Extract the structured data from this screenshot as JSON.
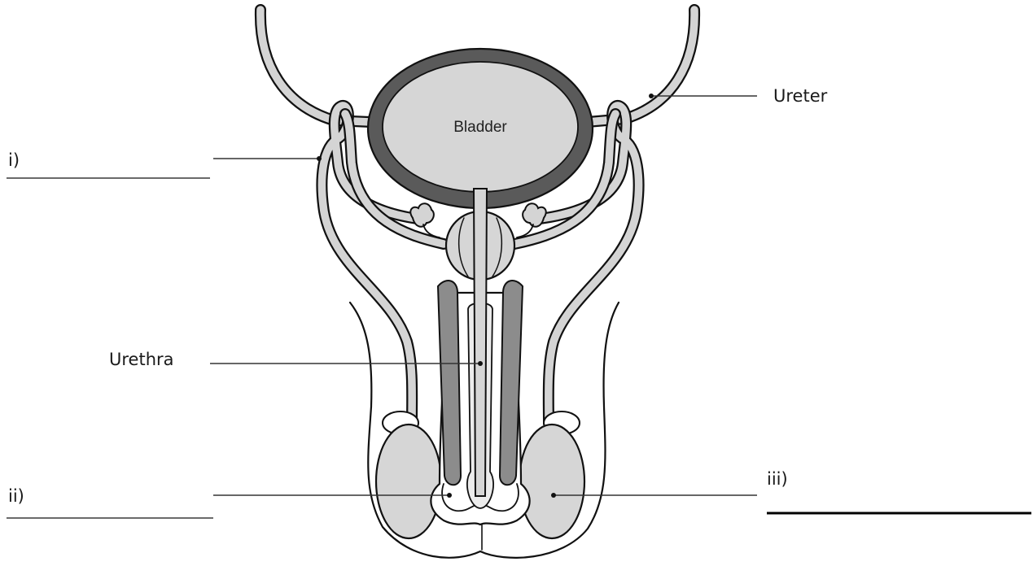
{
  "labels": {
    "bladder": "Bladder",
    "ureter": "Ureter",
    "urethra": "Urethra",
    "i": "i)",
    "ii": "ii)",
    "iii": "iii)"
  },
  "colors": {
    "bladder_wall": "#5a5a5a",
    "bladder_fill": "#d6d6d6",
    "tube_fill": "#d4d4d4",
    "erectile_tissue": "#8c8c8c",
    "testis_fill": "#d6d6d6",
    "outline": "#111111"
  }
}
